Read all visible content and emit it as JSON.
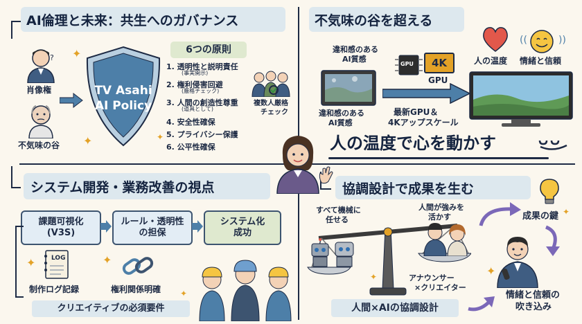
{
  "sections": {
    "ethics_title": "AI倫理と未来：共生へのガバナンス",
    "valley_title": "不気味の谷を超える",
    "system_title": "システム開発・業務改善の視点",
    "coop_title": "協調設計で成果を生む"
  },
  "ethics": {
    "left_labels": [
      "肖像権",
      "不気味の谷"
    ],
    "shield_lines": [
      "TV Asahi",
      "AI Policy"
    ],
    "principles_title": "6つの原則",
    "principles": [
      {
        "text": "1. 透明性と説明責任",
        "note": "(事実開示)"
      },
      {
        "text": "2. 権利侵害回避",
        "note": "(厳格チェック)"
      },
      {
        "text": "3. 人間の創造性尊重",
        "note": "(道具として)"
      },
      {
        "text": "4. 安全性確保",
        "note": ""
      },
      {
        "text": "5. プライバシー保護",
        "note": ""
      },
      {
        "text": "6. 公平性確保",
        "note": ""
      }
    ],
    "review_label": [
      "複数人厳格",
      "チェック"
    ]
  },
  "valley": {
    "before_label": [
      "違和感のある",
      "AI質感"
    ],
    "after_label": [
      "違和感のある",
      "AI質感"
    ],
    "gpu_chip": "GPU",
    "badge_4k": "4K",
    "gpu_label": "GPU",
    "upgrade_label": [
      "最新GPU＆",
      "4Kアップスケール"
    ],
    "warmth_label": "人の温度",
    "trust_label": "情緒と信頼"
  },
  "tagline": "人の温度で心を動かす",
  "system": {
    "flow": [
      [
        "課題可視化",
        "(V3S)"
      ],
      [
        "ルール・透明性",
        "の担保"
      ],
      [
        "システム化",
        "成功"
      ]
    ],
    "log_tag": "LOG",
    "log_label": "制作ログ記録",
    "rights_label": "権利関係明確",
    "creative_label": "クリエイティブの必須要件"
  },
  "coop": {
    "machine_label": [
      "すべて機械に",
      "任せる"
    ],
    "human_label": [
      "人間が強みを",
      "活かす"
    ],
    "team_label": [
      "アナウンサー",
      "×クリエイター"
    ],
    "design_label": "人間×AIの協調設計",
    "key_label": "成果の鍵",
    "infuse_label": [
      "情緒と信頼の",
      "吹き込み"
    ]
  },
  "colors": {
    "navy": "#1d2a44",
    "banner": "#dde8ee",
    "accent": "#2f6fb0",
    "gold": "#e3a227",
    "shield": "#4d7fa8"
  }
}
